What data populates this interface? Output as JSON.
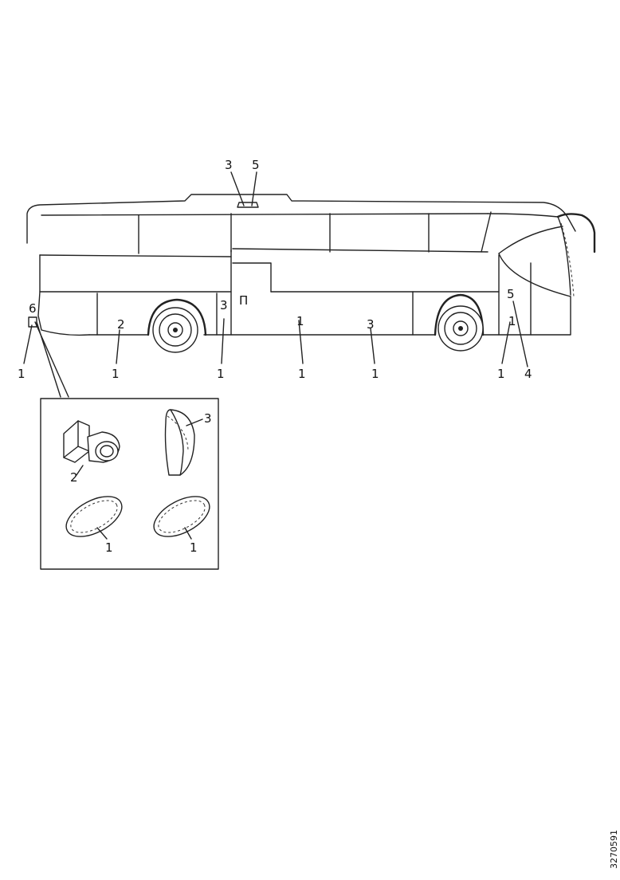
{
  "callouts": {
    "c_1_rear": "1",
    "c_1_luggage_front": "1",
    "c_1_behind_wheel": "1",
    "c_1_mid": "1",
    "c_1_mid2": "1",
    "c_1_front": "1",
    "c_4_front": "4",
    "c_3_roof": "3",
    "c_5_roof": "5",
    "d_2": "2",
    "d_3": "3",
    "d_1_left": "1",
    "d_1_right": "1"
  },
  "side_markers": {
    "m_rear": "6",
    "m_lug1": "2",
    "m_door": "3",
    "m_boxdoor": "П",
    "m_mid": "1",
    "m_mid2": "3",
    "m_front": "5",
    "m_front_lower": "1"
  },
  "drawing_ref": "3270591"
}
